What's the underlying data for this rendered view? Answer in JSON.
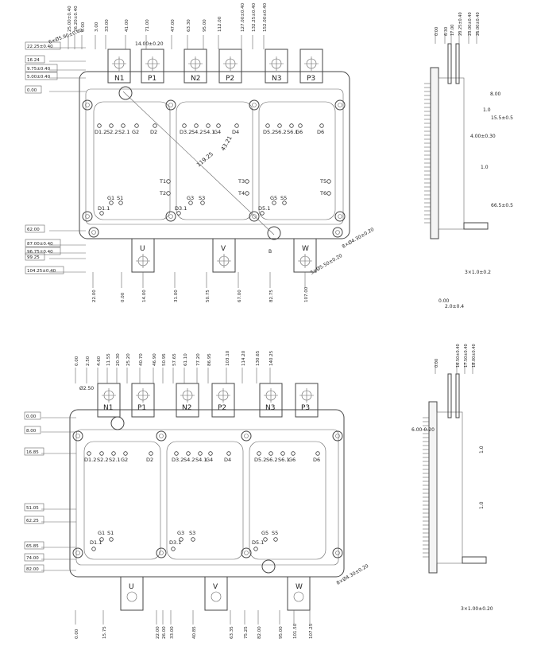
{
  "top_view": {
    "terminals": [
      "N1",
      "P1",
      "N2",
      "P2",
      "N3",
      "P3"
    ],
    "outputs": [
      "U",
      "V",
      "W"
    ],
    "pins_row": [
      "D1.2",
      "S2.2",
      "S2.1",
      "G2",
      "D2",
      "D3.2",
      "S4.2",
      "S4.1",
      "G4",
      "D4",
      "D5.2",
      "S6.2",
      "S6.1",
      "G6",
      "D6"
    ],
    "bottom_pins": [
      "G1",
      "S1",
      "D1.1",
      "G3",
      "S3",
      "D3.1",
      "G5",
      "S5",
      "D5.1"
    ],
    "left_dims": [
      "22.25±0.40",
      "16.24",
      "9.75±0.40",
      "5.00±0.40",
      "0.00",
      "62.00",
      "87.00±0.40",
      "96.75±0.40",
      "99.25",
      "104.25±0.40"
    ],
    "top_dims": [
      "25.00±0.40",
      "26.20±0.40",
      "0.00",
      "3.00",
      "33.00",
      "41.00",
      "71.00",
      "47.00",
      "63.30",
      "95.00",
      "112.00",
      "127.00±0.40",
      "132.25±0.40",
      "152.00±0.40"
    ],
    "bottom_dims": [
      "22.00",
      "0.00",
      "14.00",
      "31.00",
      "50.75",
      "67.00",
      "82.75",
      "107.00"
    ],
    "annotations": [
      "6×Ø5.90±0.40",
      "14.00±0.20",
      "119.25",
      "43.21",
      "8×Ø4.30±0.20",
      "3×Ø5.50±0.20",
      "B"
    ],
    "t_labels": [
      "T1",
      "T2",
      "T3",
      "T4",
      "T5",
      "T6"
    ],
    "side_dims": [
      "0.00",
      "6.30",
      "17.00",
      "20.25±0.40",
      "23.00±0.40",
      "26.00±0.40",
      "8.00",
      "1.0",
      "15.5±0.5",
      "4.00±0.30",
      "1.0",
      "66.5±0.5",
      "3×1.0±0.2",
      "0.00",
      "2.0±0.4"
    ]
  },
  "bottom_view": {
    "left_dims": [
      "0.00",
      "8.00",
      "16.85",
      "51.05",
      "62.25",
      "65.85",
      "74.00",
      "82.00"
    ],
    "top_dims": [
      "0.00",
      "2.50",
      "4.60",
      "11.55",
      "20.30",
      "25.20",
      "40.70",
      "46.90",
      "50.95",
      "57.65",
      "61.10",
      "77.20",
      "86.95",
      "103.10",
      "114.20",
      "130.65",
      "140.25"
    ],
    "bottom_dims": [
      "0.00",
      "15.75",
      "22.00",
      "26.00",
      "33.00",
      "40.85",
      "63.35",
      "75.25",
      "82.00",
      "95.00",
      "101.50",
      "107.25"
    ],
    "annotations": [
      "Ø2.50",
      "8×Ø4.30±0.20"
    ],
    "side_dims": [
      "0.00",
      "16.50±0.40",
      "17.50±0.40",
      "18.00±0.40",
      "6.00-0.20",
      "1.0",
      "1.0",
      "3×1.00±0.20"
    ]
  }
}
